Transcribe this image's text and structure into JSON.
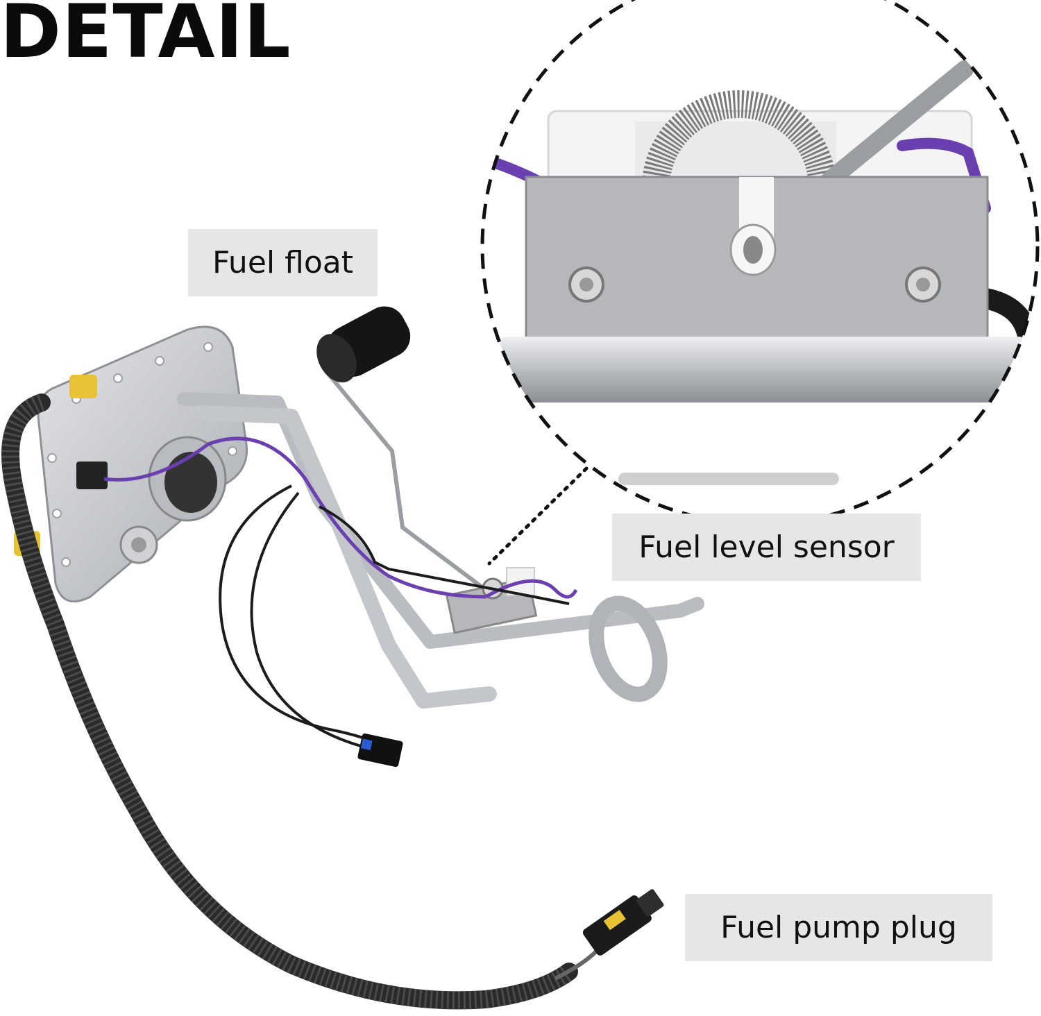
{
  "title": "DETAIL",
  "labels": {
    "fuel_float": "Fuel float",
    "fuel_level_sensor": "Fuel level sensor",
    "fuel_pump_plug": "Fuel pump plug"
  },
  "colors": {
    "background": "#ffffff",
    "label_bg": "#e6e6e6",
    "metal": "#c7c9cc",
    "wire_purple": "#6a3fb0",
    "float_black": "#151515",
    "harness": "#2a2a2a",
    "fitting_yellow": "#e7c234"
  }
}
